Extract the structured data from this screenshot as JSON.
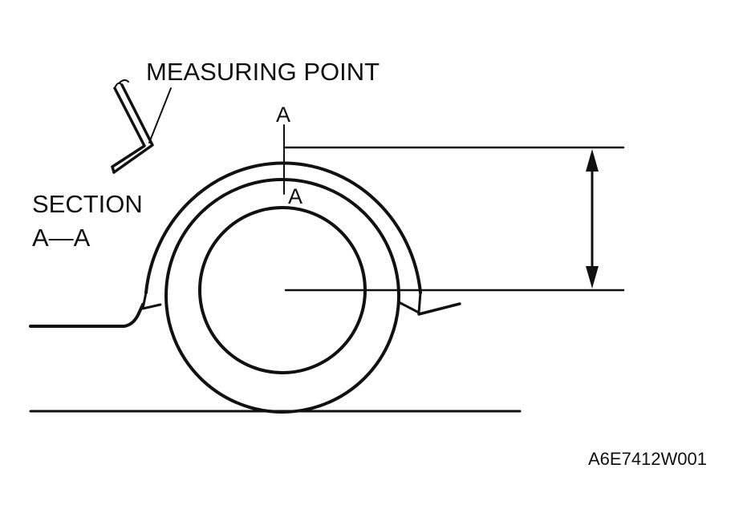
{
  "labels": {
    "measuring_point": "MEASURING POINT",
    "section_a_top": "A",
    "section_a_bottom": "A",
    "section_title": "SECTION",
    "section_name": "A—A",
    "figure_code": "A6E7412W001"
  },
  "colors": {
    "ink": "#111111",
    "background": "#ffffff"
  }
}
